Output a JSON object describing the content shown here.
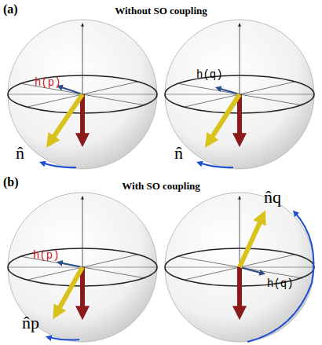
{
  "diagram": {
    "labels": [
      "(a)",
      "Without SO coupling",
      "h(p)",
      "n̂",
      "h(q)",
      "n̂",
      "(b)",
      "With SO coupling",
      "h(p)",
      "n̂p",
      "n̂q",
      "h(q)"
    ]
  }
}
